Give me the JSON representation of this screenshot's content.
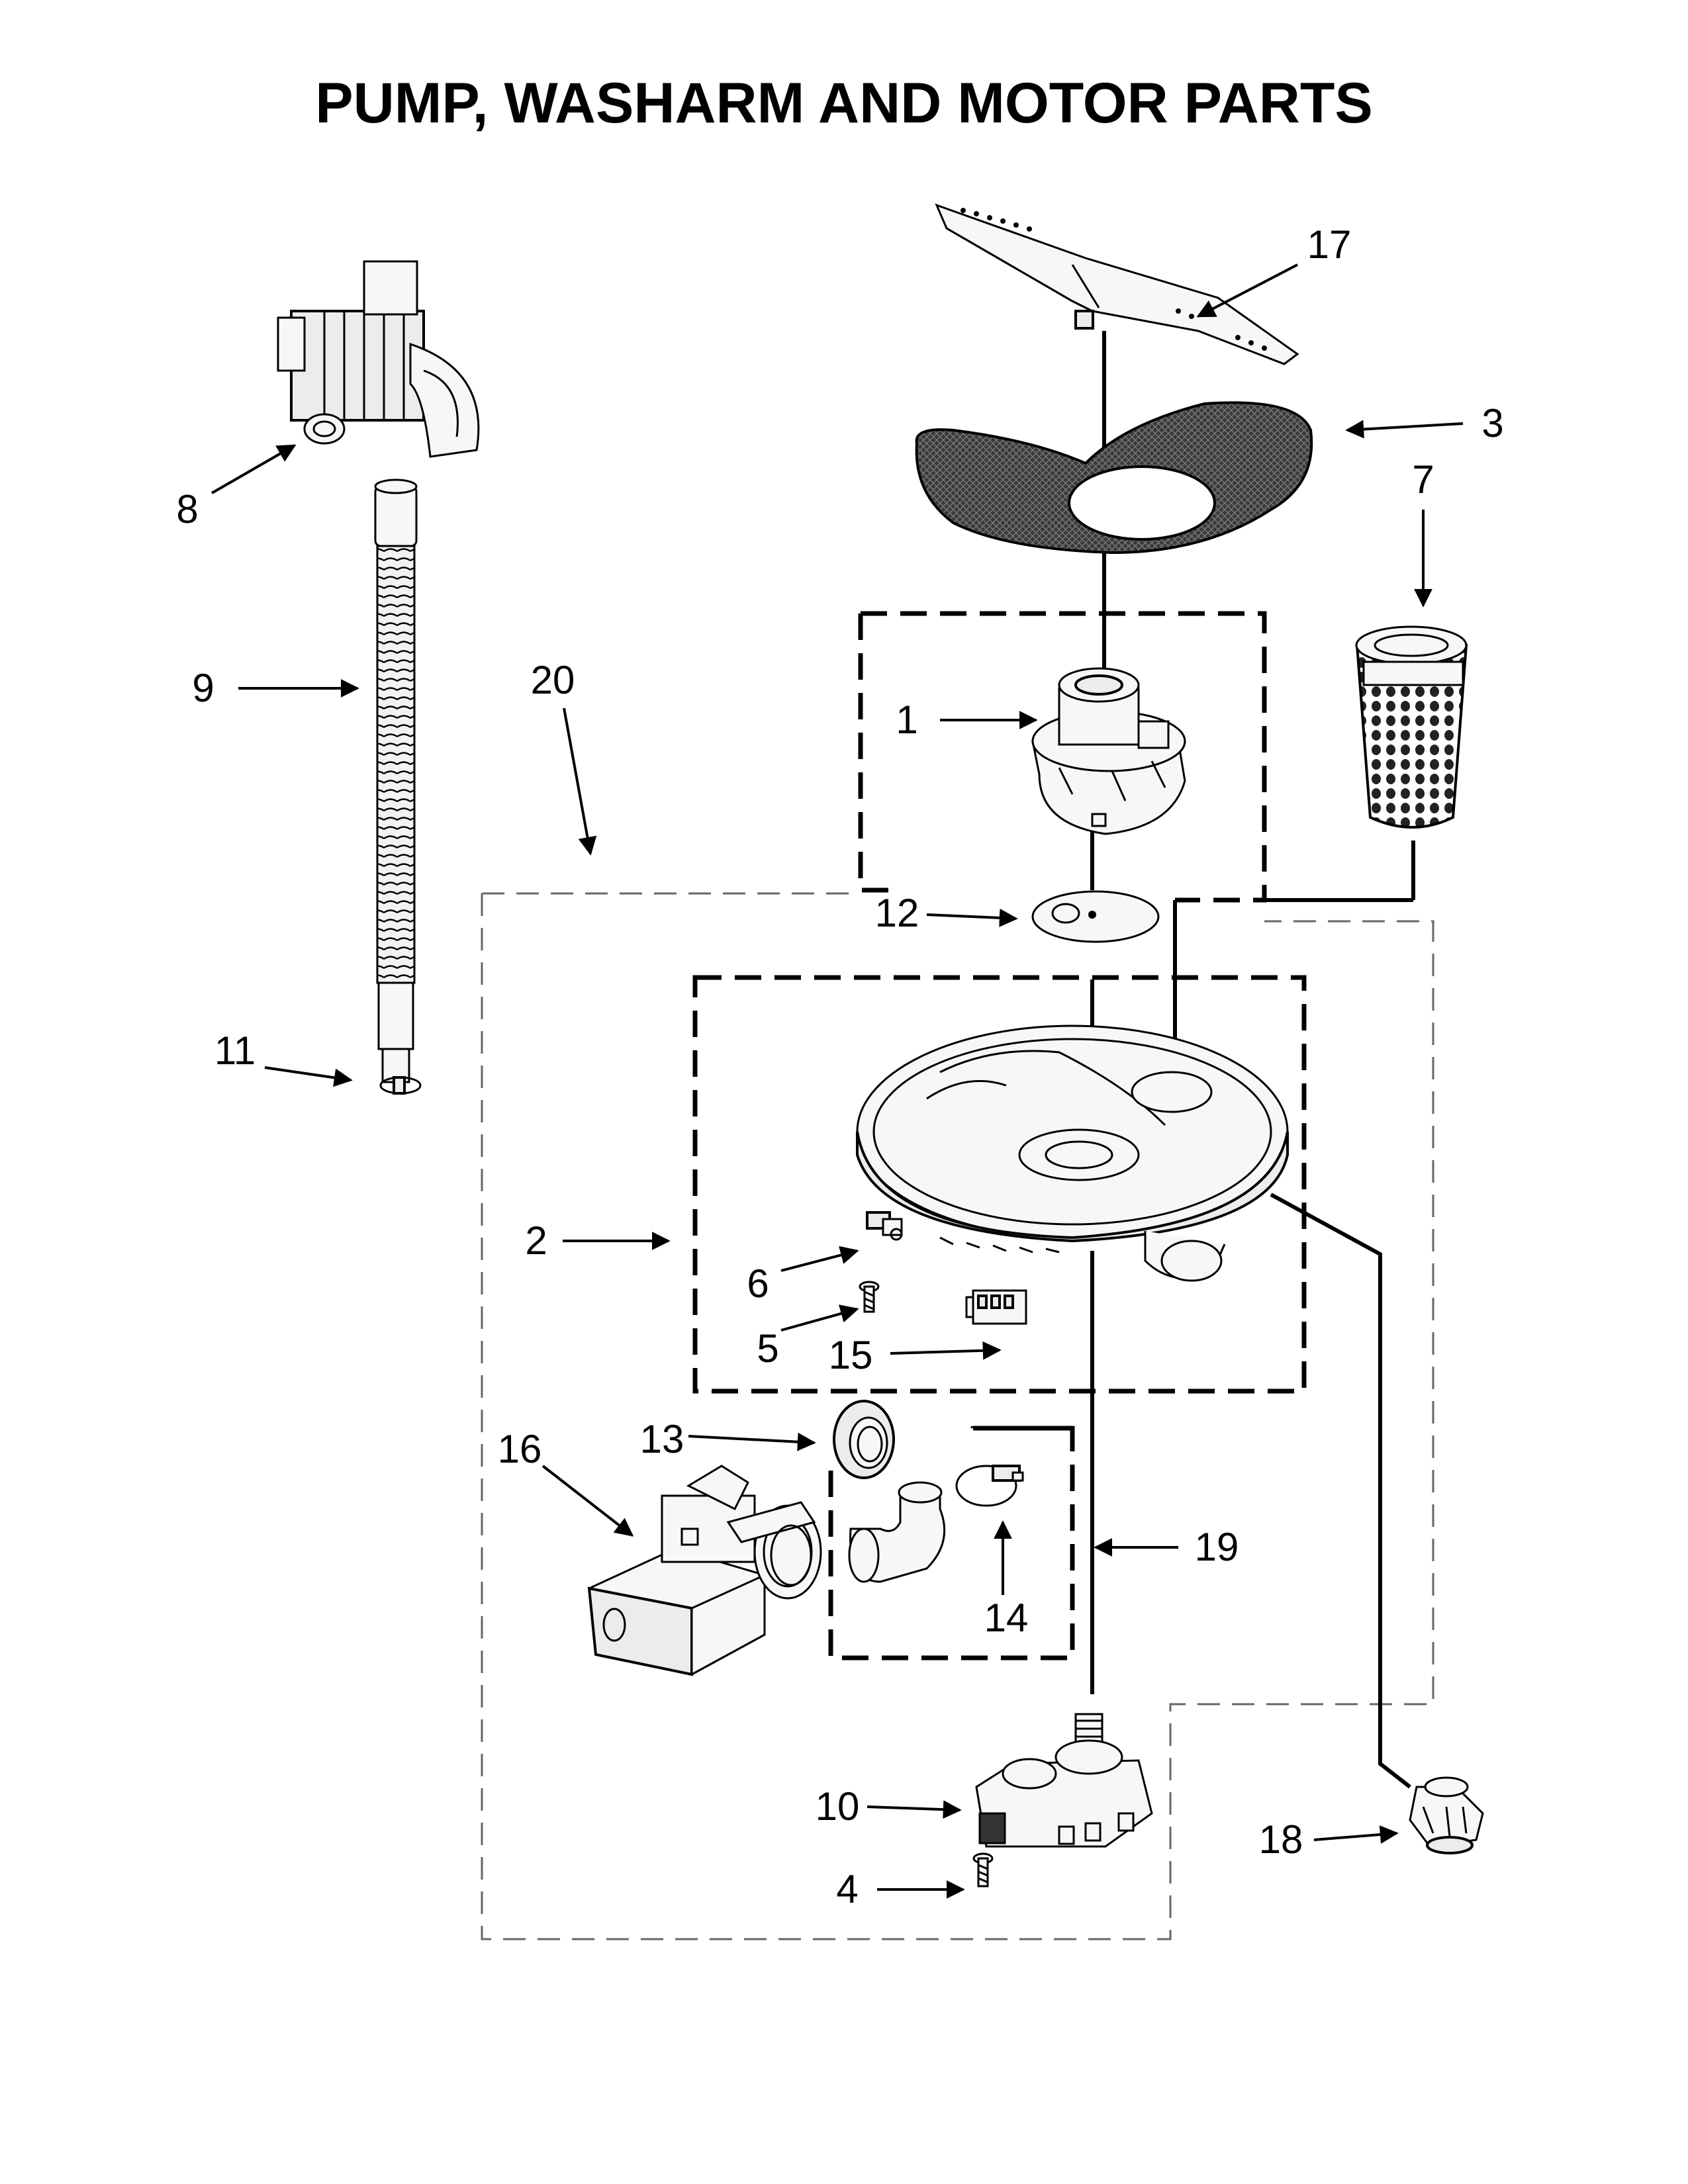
{
  "title": "PUMP, WASHARM AND MOTOR PARTS",
  "callouts": [
    {
      "id": "c1",
      "label": "1"
    },
    {
      "id": "c2",
      "label": "2"
    },
    {
      "id": "c3",
      "label": "3"
    },
    {
      "id": "c4",
      "label": "4"
    },
    {
      "id": "c5",
      "label": "5"
    },
    {
      "id": "c6",
      "label": "6"
    },
    {
      "id": "c7",
      "label": "7"
    },
    {
      "id": "c8",
      "label": "8"
    },
    {
      "id": "c9",
      "label": "9"
    },
    {
      "id": "c10",
      "label": "10"
    },
    {
      "id": "c11",
      "label": "11"
    },
    {
      "id": "c12",
      "label": "12"
    },
    {
      "id": "c13",
      "label": "13"
    },
    {
      "id": "c14",
      "label": "14"
    },
    {
      "id": "c15",
      "label": "15"
    },
    {
      "id": "c16",
      "label": "16"
    },
    {
      "id": "c17",
      "label": "17"
    },
    {
      "id": "c18",
      "label": "18"
    },
    {
      "id": "c19",
      "label": "19"
    },
    {
      "id": "c20",
      "label": "20"
    }
  ]
}
